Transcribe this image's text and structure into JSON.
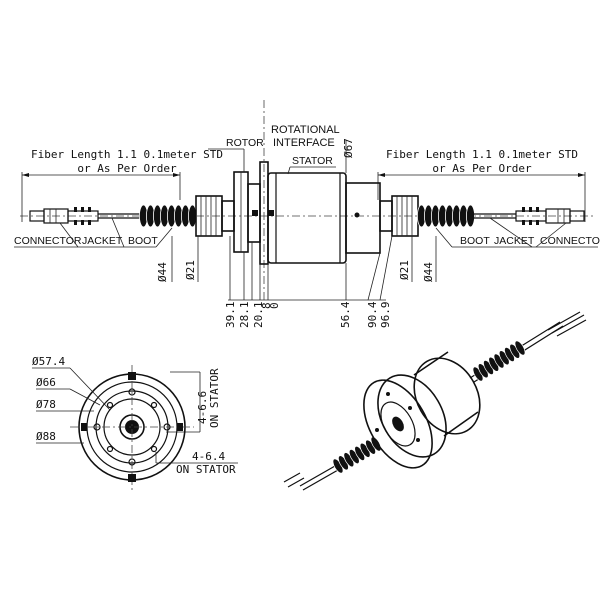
{
  "side_view": {
    "fiber_length_left": "Fiber Length 1.1 0.1meter STD",
    "per_order_left": "or As Per Order",
    "fiber_length_right": "Fiber Length 1.1 0.1meter STD",
    "per_order_right": "or As Per Order",
    "rotor_label": "ROTOR",
    "rotational_interface_line1": "ROTATIONAL",
    "rotational_interface_line2": "INTERFACE",
    "stator_label": "STATOR",
    "connector_left": "CONNECTOR",
    "jacket_left": "JACKET",
    "boot_left": "BOOT",
    "boot_right": "BOOT",
    "jacket_right": "JACKET",
    "connector_right": "CONNECTOR",
    "dia_67": "Ø67",
    "dia_44_left": "Ø44",
    "dia_21_left": "Ø21",
    "dia_21_right": "Ø21",
    "dia_44_right": "Ø44",
    "len_39_1": "39.1",
    "len_28_1": "28.1",
    "len_20_1": "20.1",
    "len_8": "8",
    "len_0": "0",
    "len_56_4": "56.4",
    "len_90_4": "90.4",
    "len_96_9": "96.9"
  },
  "front_view": {
    "dia_57_4": "Ø57.4",
    "dia_66": "Ø66",
    "dia_78": "Ø78",
    "dia_88": "Ø88",
    "holes_6_6": "4-6.6",
    "on_stator_1": "ON STATOR",
    "holes_6_4": "4-6.4",
    "on_stator_2": "ON STATOR"
  }
}
